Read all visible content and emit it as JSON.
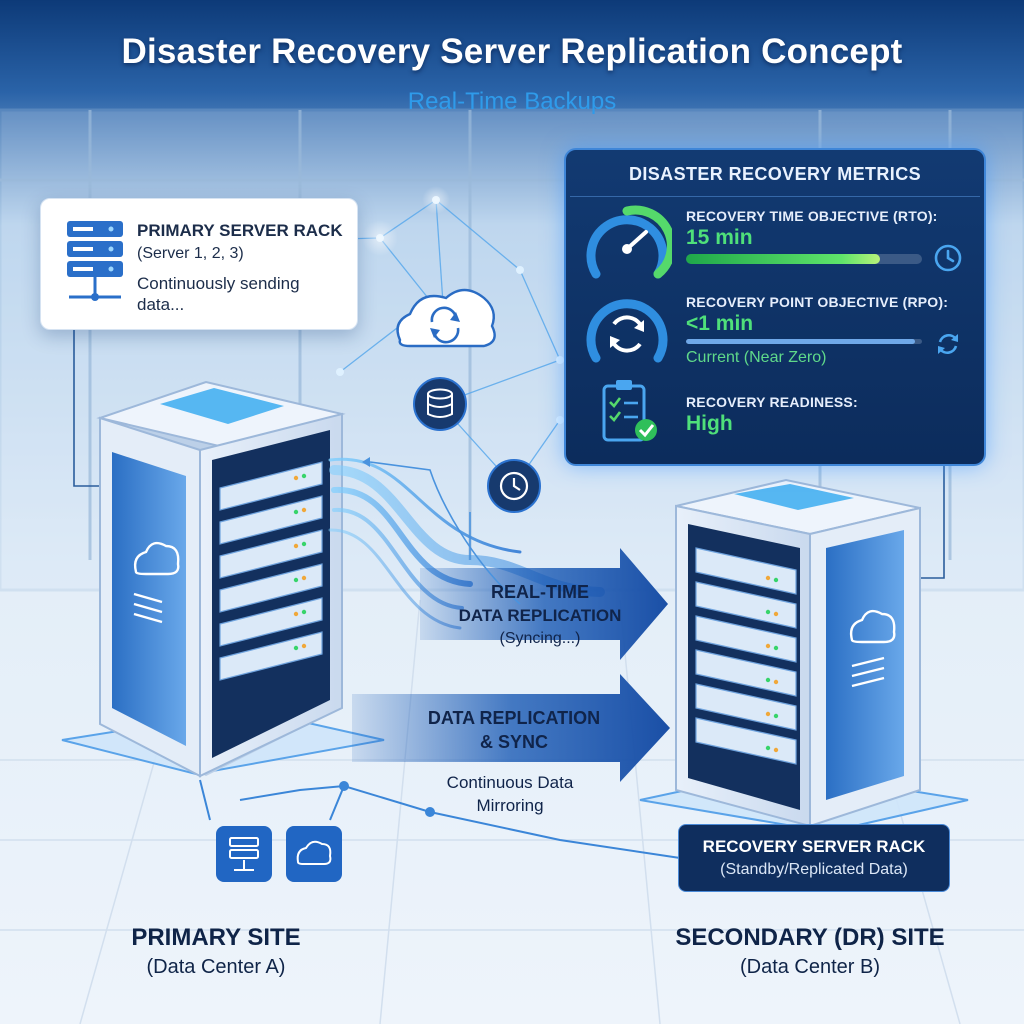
{
  "header": {
    "title": "Disaster Recovery Server Replication Concept",
    "subtitle": "Real-Time Backups"
  },
  "primary_card": {
    "title": "PRIMARY SERVER RACK",
    "subtitle": "(Server 1, 2, 3)",
    "note": "Continuously sending data..."
  },
  "metrics": {
    "title": "DISASTER RECOVERY METRICS",
    "rto": {
      "label": "RECOVERY TIME OBJECTIVE (RTO):",
      "value": "15 min",
      "progress": 0.82
    },
    "rpo": {
      "label": "RECOVERY POINT OBJECTIVE (RPO):",
      "value": "<1 min",
      "status": "Current (Near Zero)",
      "progress": 0.97
    },
    "readiness": {
      "label": "RECOVERY READINESS:",
      "value": "High"
    }
  },
  "flows": {
    "realtime": {
      "line1": "REAL-TIME",
      "line2": "DATA REPLICATION",
      "status": "(Syncing...)"
    },
    "sync": {
      "line1": "DATA REPLICATION",
      "line2": "& SYNC",
      "note_line1": "Continuous Data",
      "note_line2": "Mirroring"
    }
  },
  "recovery_rack": {
    "title": "RECOVERY SERVER RACK",
    "subtitle": "(Standby/Replicated Data)"
  },
  "sites": {
    "primary": {
      "title": "PRIMARY SITE",
      "subtitle": "(Data Center A)"
    },
    "secondary": {
      "title": "SECONDARY (DR) SITE",
      "subtitle": "(Data Center B)"
    }
  },
  "icons": {
    "cloud": "cloud-sync-icon",
    "database": "database-icon",
    "clock": "clock-icon",
    "server": "server-icon"
  },
  "colors": {
    "accent": "#2f9bea",
    "success": "#4fe07a",
    "panel": "#0c2c5c",
    "arrow": "#1e5fb8"
  }
}
